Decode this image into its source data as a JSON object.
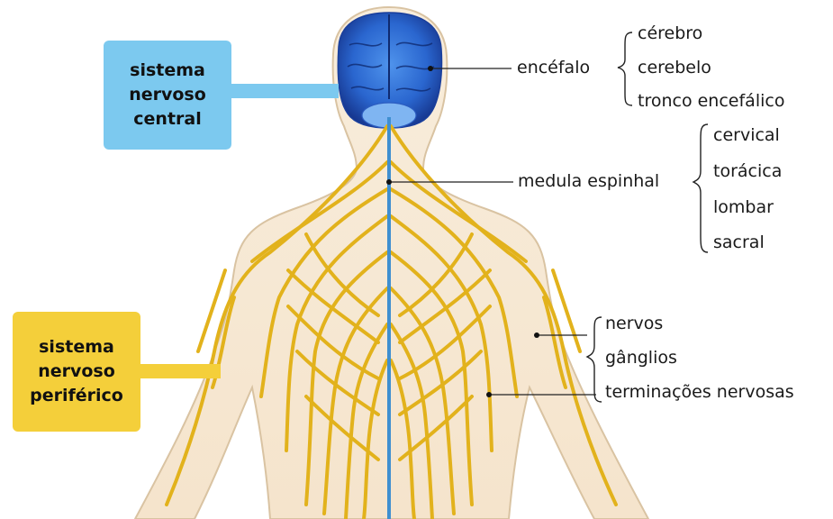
{
  "central_box": {
    "line1": "sistema",
    "line2": "nervoso",
    "line3": "central"
  },
  "peripheral_box": {
    "line1": "sistema",
    "line2": "nervoso",
    "line3": "periférico"
  },
  "encefalo": {
    "label": "encéfalo",
    "parts": [
      "cérebro",
      "cerebelo",
      "tronco encefálico"
    ]
  },
  "medula": {
    "label": "medula espinhal",
    "parts": [
      "cervical",
      "torácica",
      "lombar",
      "sacral"
    ]
  },
  "peripheral_parts": [
    "nervos",
    "gânglios",
    "terminações nervosas"
  ],
  "colors": {
    "central_box": "#7cc9ef",
    "peripheral_box": "#f4cf3a",
    "nerves": "#e2b21c",
    "brain": "#2f6fd6",
    "skin": "#f7ead7",
    "spinal_cord": "#3f8fd0"
  }
}
